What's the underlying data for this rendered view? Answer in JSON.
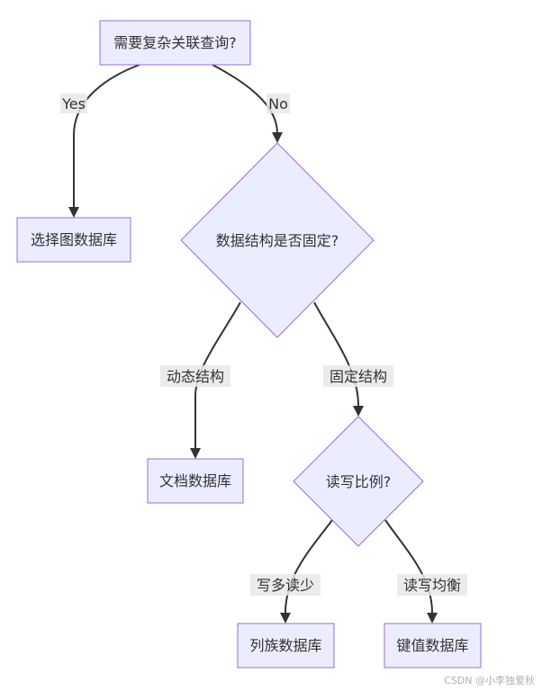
{
  "nodes": {
    "q1": "需要复杂关联查询?",
    "graph": "选择图数据库",
    "q2": "数据结构是否固定?",
    "doc": "文档数据库",
    "q3": "读写比例?",
    "column": "列族数据库",
    "kv": "键值数据库"
  },
  "edges": {
    "yes": "Yes",
    "no": "No",
    "dynamic": "动态结构",
    "fixed": "固定结构",
    "write_heavy": "写多读少",
    "balanced": "读写均衡"
  },
  "watermark": "CSDN @小李独爱秋"
}
